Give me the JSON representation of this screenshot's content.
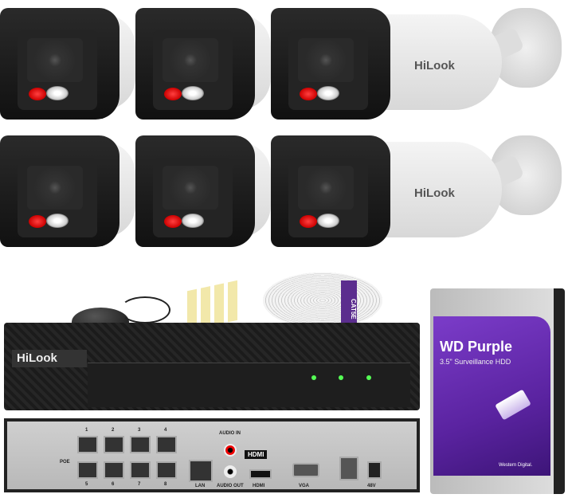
{
  "cameras": {
    "brand": "HiLook",
    "count": 6
  },
  "cable": {
    "label": "CAT5E"
  },
  "nvr": {
    "brand": "HiLook",
    "ports": {
      "poe": "POE",
      "lan": "LAN",
      "audio_in": "AUDIO IN",
      "audio_out": "AUDIO OUT",
      "hdmi_badge": "HDMI",
      "hdmi": "HDMI",
      "vga": "VGA",
      "power": "48V"
    },
    "poe_numbers": [
      "1",
      "2",
      "3",
      "4",
      "5",
      "6",
      "7",
      "8"
    ]
  },
  "hdd": {
    "title": "WD Purple",
    "subtitle": "3.5\" Surveillance HDD",
    "maker": "Western Digital.",
    "color": "#6a2fb5"
  }
}
